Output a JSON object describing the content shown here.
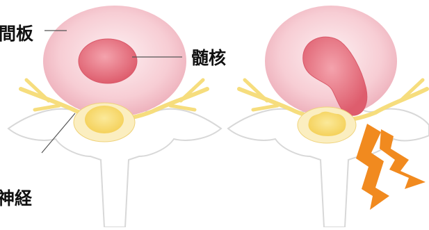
{
  "labels": {
    "disc": "間板",
    "nucleus": "髄核",
    "nerve": "神経"
  },
  "colors": {
    "disc_pink": "#f7c9d0",
    "disc_rim": "#e9a9b4",
    "nucleus_red": "#e36a78",
    "nerve_yellow": "#f8e6a0",
    "nerve_core": "#f6dc72",
    "bone_white": "#ffffff",
    "bone_outline": "#d6d6d6",
    "pain_orange": "#f18a1f",
    "leader_line": "#555555",
    "label_text": "#111111"
  },
  "icons": {
    "pain": "lightning-bolt-icon"
  }
}
